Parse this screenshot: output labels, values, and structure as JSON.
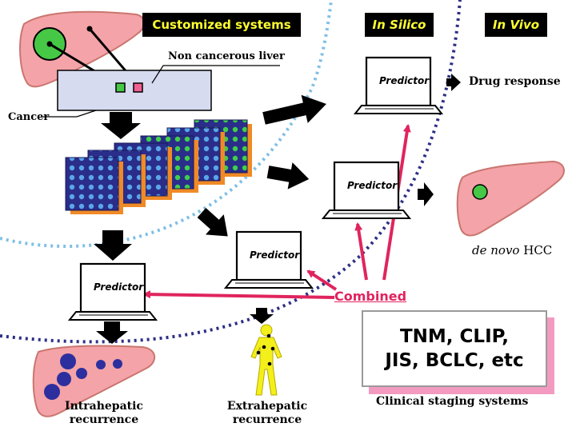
{
  "headers": {
    "customized": "Customized systems",
    "in_silico": "In Silico",
    "in_vivo": "In Vivo"
  },
  "labels": {
    "non_cancerous": "Non cancerous liver",
    "cancer": "Cancer",
    "drug_response": "Drug response",
    "de_novo_italic": "de novo",
    "de_novo_hcc": "HCC",
    "combined": "Combined",
    "clinical_staging": "Clinical staging systems",
    "intrahepatic_1": "Intrahepatic",
    "intrahepatic_2": "recurrence",
    "extrahepatic_1": "Extrahepatic",
    "extrahepatic_2": "recurrence"
  },
  "predictor_label": "Predictor",
  "staging_box": {
    "line1": "TNM, CLIP,",
    "line2": "JIS, BCLC, etc"
  },
  "colors": {
    "banner_bg": "#000000",
    "banner_text": "#ffff33",
    "liver": "#f4a3a8",
    "liver_outline": "#c9766f",
    "tumor_green": "#46c846",
    "nodule_blue": "#2d2f9e",
    "arrow_black": "#000000",
    "arrow_pink": "#e0245e",
    "microarray_bg": "#2a2d8a",
    "microarray_edge": "#f08a26",
    "dotted_light": "#7fbfe6",
    "dotted_dark": "#2d2f86"
  },
  "icons": [
    "liver-icon",
    "laptop-icon",
    "microarray-icon",
    "human-body-icon"
  ]
}
